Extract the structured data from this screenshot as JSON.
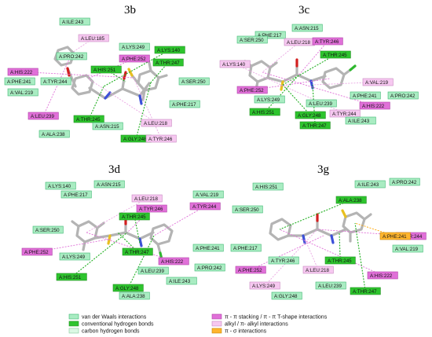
{
  "panels": [
    {
      "id": "3b",
      "title": "3b",
      "residues": [
        {
          "name": "A:ILE:243",
          "type": "vdw"
        },
        {
          "name": "A:LEU:185",
          "type": "alkyl"
        },
        {
          "name": "A:LYS:249",
          "type": "vdw"
        },
        {
          "name": "A:LYS:140",
          "type": "hbond"
        },
        {
          "name": "A:PRO:242",
          "type": "vdw"
        },
        {
          "name": "A:PHE:252",
          "type": "pi_stack"
        },
        {
          "name": "A:THR:247",
          "type": "hbond"
        },
        {
          "name": "A:HIS:222",
          "type": "pi_stack"
        },
        {
          "name": "A:HIS:251",
          "type": "hbond"
        },
        {
          "name": "A:PHE:241",
          "type": "vdw"
        },
        {
          "name": "A:TYR:244",
          "type": "vdw"
        },
        {
          "name": "A:SER:250",
          "type": "vdw"
        },
        {
          "name": "A:VAL:219",
          "type": "vdw"
        },
        {
          "name": "A:PHE:217",
          "type": "vdw"
        },
        {
          "name": "A:LEU:239",
          "type": "pi_stack"
        },
        {
          "name": "A:THR:245",
          "type": "hbond"
        },
        {
          "name": "A:ASN:215",
          "type": "vdw"
        },
        {
          "name": "A:LEU:218",
          "type": "alkyl"
        },
        {
          "name": "A:ALA:238",
          "type": "vdw"
        },
        {
          "name": "A:GLY:248",
          "type": "hbond"
        },
        {
          "name": "A:TYR:246",
          "type": "alkyl"
        }
      ]
    },
    {
      "id": "3c",
      "title": "3c",
      "residues": [
        {
          "name": "A:ASN:215",
          "type": "vdw"
        },
        {
          "name": "A:PHE:217",
          "type": "vdw"
        },
        {
          "name": "A:SER:250",
          "type": "vdw"
        },
        {
          "name": "A:LEU:218",
          "type": "alkyl"
        },
        {
          "name": "A:TYR:246",
          "type": "pi_stack"
        },
        {
          "name": "A:THR:245",
          "type": "hbond"
        },
        {
          "name": "A:LYS:140",
          "type": "alkyl"
        },
        {
          "name": "A:VAL:219",
          "type": "alkyl"
        },
        {
          "name": "A:PHE:252",
          "type": "pi_stack"
        },
        {
          "name": "A:PHE:241",
          "type": "vdw"
        },
        {
          "name": "A:PRO:242",
          "type": "vdw"
        },
        {
          "name": "A:LYS:249",
          "type": "vdw"
        },
        {
          "name": "A:HIS:222",
          "type": "pi_stack"
        },
        {
          "name": "A:LEU:239",
          "type": "vdw"
        },
        {
          "name": "A:HIS:251",
          "type": "hbond"
        },
        {
          "name": "A:GLY:248",
          "type": "hbond"
        },
        {
          "name": "A:TYR:244",
          "type": "alkyl"
        },
        {
          "name": "A:ILE:243",
          "type": "vdw"
        },
        {
          "name": "A:THR:247",
          "type": "hbond"
        }
      ]
    },
    {
      "id": "3d",
      "title": "3d",
      "residues": [
        {
          "name": "A:LYS:140",
          "type": "vdw"
        },
        {
          "name": "A:ASN:215",
          "type": "vdw"
        },
        {
          "name": "A:PHE:217",
          "type": "vdw"
        },
        {
          "name": "A:LEU:218",
          "type": "alkyl"
        },
        {
          "name": "A:VAL:219",
          "type": "vdw"
        },
        {
          "name": "A:TYR:246",
          "type": "pi_stack"
        },
        {
          "name": "A:TYR:244",
          "type": "pi_stack"
        },
        {
          "name": "A:THR:245",
          "type": "hbond"
        },
        {
          "name": "A:SER:250",
          "type": "vdw"
        },
        {
          "name": "A:PHE:252",
          "type": "pi_stack"
        },
        {
          "name": "A:LYS:249",
          "type": "vdw"
        },
        {
          "name": "A:PHE:241",
          "type": "vdw"
        },
        {
          "name": "A:THR:247",
          "type": "hbond"
        },
        {
          "name": "A:HIS:222",
          "type": "pi_stack"
        },
        {
          "name": "A:PRO:242",
          "type": "vdw"
        },
        {
          "name": "A:LEU:239",
          "type": "vdw"
        },
        {
          "name": "A:HIS:251",
          "type": "hbond"
        },
        {
          "name": "A:GLY:248",
          "type": "hbond"
        },
        {
          "name": "A:ILE:243",
          "type": "vdw"
        },
        {
          "name": "A:ALA:238",
          "type": "vdw"
        }
      ]
    },
    {
      "id": "3g",
      "title": "3g",
      "residues": [
        {
          "name": "A:HIS:251",
          "type": "vdw"
        },
        {
          "name": "A:ILE:243",
          "type": "vdw"
        },
        {
          "name": "A:PRO:242",
          "type": "vdw"
        },
        {
          "name": "A:ALA:238",
          "type": "hbond"
        },
        {
          "name": "A:SER:250",
          "type": "vdw"
        },
        {
          "name": "A:TYR:244",
          "type": "pi_stack"
        },
        {
          "name": "A:PHE:217",
          "type": "vdw"
        },
        {
          "name": "A:PHE:241",
          "type": "pi_sigma"
        },
        {
          "name": "A:TYR:246",
          "type": "vdw"
        },
        {
          "name": "A:THR:245",
          "type": "hbond"
        },
        {
          "name": "A:VAL:219",
          "type": "vdw"
        },
        {
          "name": "A:PHE:252",
          "type": "pi_stack"
        },
        {
          "name": "A:LEU:218",
          "type": "alkyl"
        },
        {
          "name": "A:HIS:222",
          "type": "pi_stack"
        },
        {
          "name": "A:LYS:249",
          "type": "alkyl"
        },
        {
          "name": "A:LEU:239",
          "type": "vdw"
        },
        {
          "name": "A:GLY:248",
          "type": "vdw"
        },
        {
          "name": "A:THR:247",
          "type": "hbond"
        }
      ]
    }
  ],
  "legend": [
    {
      "type": "vdw",
      "label": "van der Waals interactions"
    },
    {
      "type": "hbond",
      "label": "conventional hydrogen bonds"
    },
    {
      "type": "carbon_hbond",
      "label": "carbon hydrogen bonds"
    },
    {
      "type": "pi_stack",
      "label": "π - π stacking / π - π T-shape interactions"
    },
    {
      "type": "alkyl",
      "label": "alkyl / π- alkyl interactions"
    },
    {
      "type": "pi_sigma",
      "label": "π - σ interactions"
    }
  ],
  "colors": {
    "vdw": {
      "fill": "#a9ecc2",
      "stroke": "#3fb873",
      "line": "#8fd9a8"
    },
    "hbond": {
      "fill": "#2ec42e",
      "stroke": "#1e8f1e",
      "line": "#22b022"
    },
    "carbon_hbond": {
      "fill": "#dcf8e4",
      "stroke": "#86c89a",
      "line": "#bdeccb"
    },
    "pi_stack": {
      "fill": "#e070d8",
      "stroke": "#b040a8",
      "line": "#e070d8"
    },
    "alkyl": {
      "fill": "#f6c8f0",
      "stroke": "#c888c0",
      "line": "#eaa6e3"
    },
    "pi_sigma": {
      "fill": "#ffb52e",
      "stroke": "#c88400",
      "line": "#ffa500"
    },
    "bond": "#b4b4b4",
    "oxygen": "#d21f1f",
    "nitrogen": "#3c50d8",
    "sulfur": "#e8c020",
    "halogen": "#2fb82f"
  }
}
